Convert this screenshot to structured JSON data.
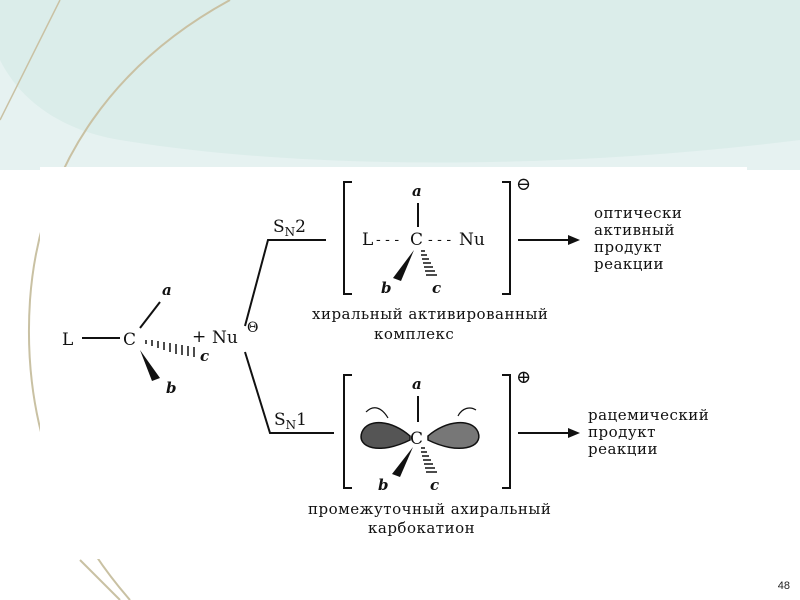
{
  "background": {
    "base": "#ffffff",
    "tint": "#d8ebe9",
    "swoosh": "#c9c1a3"
  },
  "reactant": {
    "leaving_group": "L",
    "center": "C",
    "sub_a": "a",
    "sub_b": "b",
    "sub_c": "c",
    "plus": "+",
    "nucleophile": "Nu",
    "nucleophile_charge": "Θ"
  },
  "sn2": {
    "label_main": "S",
    "label_sub": "N",
    "label_num": "2",
    "complex": {
      "L": "L",
      "dash_left": "- - -",
      "C": "C",
      "dash_right": "- - -",
      "Nu": "Nu",
      "a": "a",
      "b": "b",
      "c": "c",
      "charge": "⊖"
    },
    "caption": [
      "хиральный активированный",
      "комплекс"
    ],
    "product": [
      "оптически",
      "активный",
      "продукт",
      "реакции"
    ]
  },
  "sn1": {
    "label_main": "S",
    "label_sub": "N",
    "label_num": "1",
    "cation": {
      "C": "C",
      "a": "a",
      "b": "b",
      "c": "c",
      "charge": "⊕"
    },
    "caption": [
      "промежуточный ахиральный",
      "карбокатион"
    ],
    "product": [
      "рацемический",
      "продукт",
      "реакции"
    ]
  },
  "page_number": "48"
}
